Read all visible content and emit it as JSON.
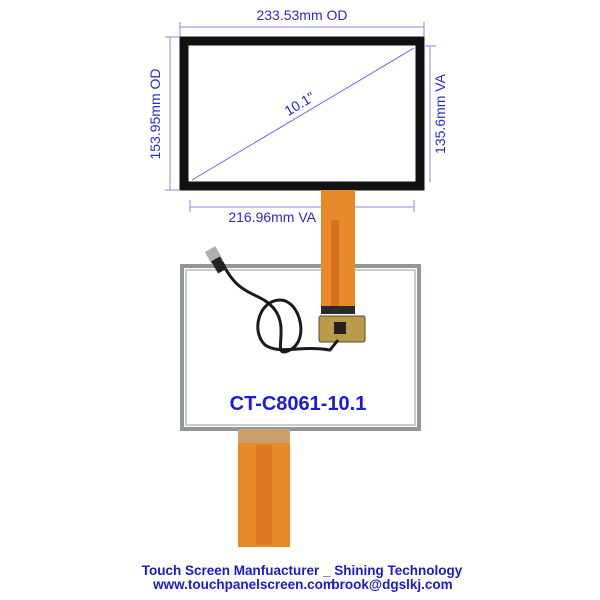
{
  "dimensions": {
    "outer_width": "233.53mm OD",
    "outer_height": "153.95mm OD",
    "view_area_width": "216.96mm VA",
    "view_area_height": "135.6mm VA",
    "diagonal": "10.1\""
  },
  "product": {
    "model": "CT-C8061-10.1"
  },
  "footer": {
    "line1": "Touch Screen Manfuacturer _ Shining Technology",
    "website": "www.touchpanelscreen.com",
    "email": "brook@dgslkj.com"
  },
  "colors": {
    "dimension_text": "#2a2ad0",
    "frame": "#111111",
    "fpc": "#e8892a"
  }
}
